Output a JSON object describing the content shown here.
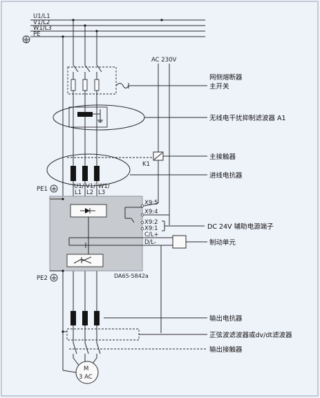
{
  "bus": {
    "l1": "U1/L1",
    "l2": "V1/L2",
    "l3": "W1/L3",
    "pe": "PE"
  },
  "supply": {
    "ac": "AC 230V"
  },
  "component_labels": {
    "k1": "K1",
    "pe1": "PE1",
    "pe2": "PE2",
    "u1": "U1/",
    "v1": "V1/",
    "w1": "W1/",
    "l1": "L1",
    "l2": "L2",
    "l3": "L3",
    "x95": "X9:5",
    "x94": "X9:4",
    "x92": "X9:2",
    "x91": "X9:1",
    "cl": "C/L+",
    "dl": "D/L-",
    "code": "DA65-5842a",
    "motor_m": "M",
    "motor_ac": "3 AC"
  },
  "annotations": {
    "fuse": "网侧熔断器",
    "main_switch": "主开关",
    "filter": "无线电干扰抑制滤波器 A1",
    "contactor": "主接触器",
    "line_reactor": "进线电抗器",
    "dc24v": "DC 24V 辅助电源端子",
    "brake": "制动单元",
    "out_reactor": "输出电抗器",
    "sine_filter": "正弦波滤波器或dv/dt滤波器",
    "out_contactor": "输出接触器"
  }
}
